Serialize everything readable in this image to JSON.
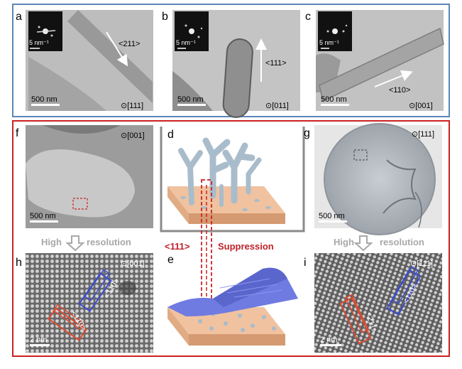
{
  "panels": {
    "a": {
      "letter": "a",
      "scale": "500 nm",
      "inset_scale": "5 nm⁻¹",
      "direction": "<211>",
      "zone": "⊙[111]"
    },
    "b": {
      "letter": "b",
      "scale": "500 nm",
      "inset_scale": "5 nm⁻¹",
      "direction": "<111>",
      "zone": "⊙[011]"
    },
    "c": {
      "letter": "c",
      "scale": "500 nm",
      "inset_scale": "5 nm⁻¹",
      "direction": "<110>",
      "zone": "⊙[001]"
    },
    "f": {
      "letter": "f",
      "scale": "500 nm",
      "zone": "⊙[001]"
    },
    "d": {
      "letter": "d"
    },
    "g": {
      "letter": "g",
      "scale": "500 nm",
      "zone": "⊙[111]"
    },
    "h": {
      "letter": "h",
      "scale": "2 nm",
      "zone": "⊙[001]",
      "dir1": "<110>",
      "dir2": "<110>"
    },
    "e": {
      "letter": "e"
    },
    "i": {
      "letter": "i",
      "scale": "2 nm",
      "zone": "⊙[111]",
      "dir1": "<211>",
      "dir2": "<110>"
    }
  },
  "labels": {
    "high": "High",
    "resolution": "resolution",
    "direction_111": "<111>",
    "suppression": "Suppression"
  },
  "colors": {
    "blue_frame": "#5b86b8",
    "red_frame": "#cc2222",
    "gray_frame": "#8a8a8a",
    "red_text": "#c0202a",
    "substrate": "#e8b48c",
    "dendrite": "#a9bccb",
    "sheet": "#6f7be0"
  }
}
